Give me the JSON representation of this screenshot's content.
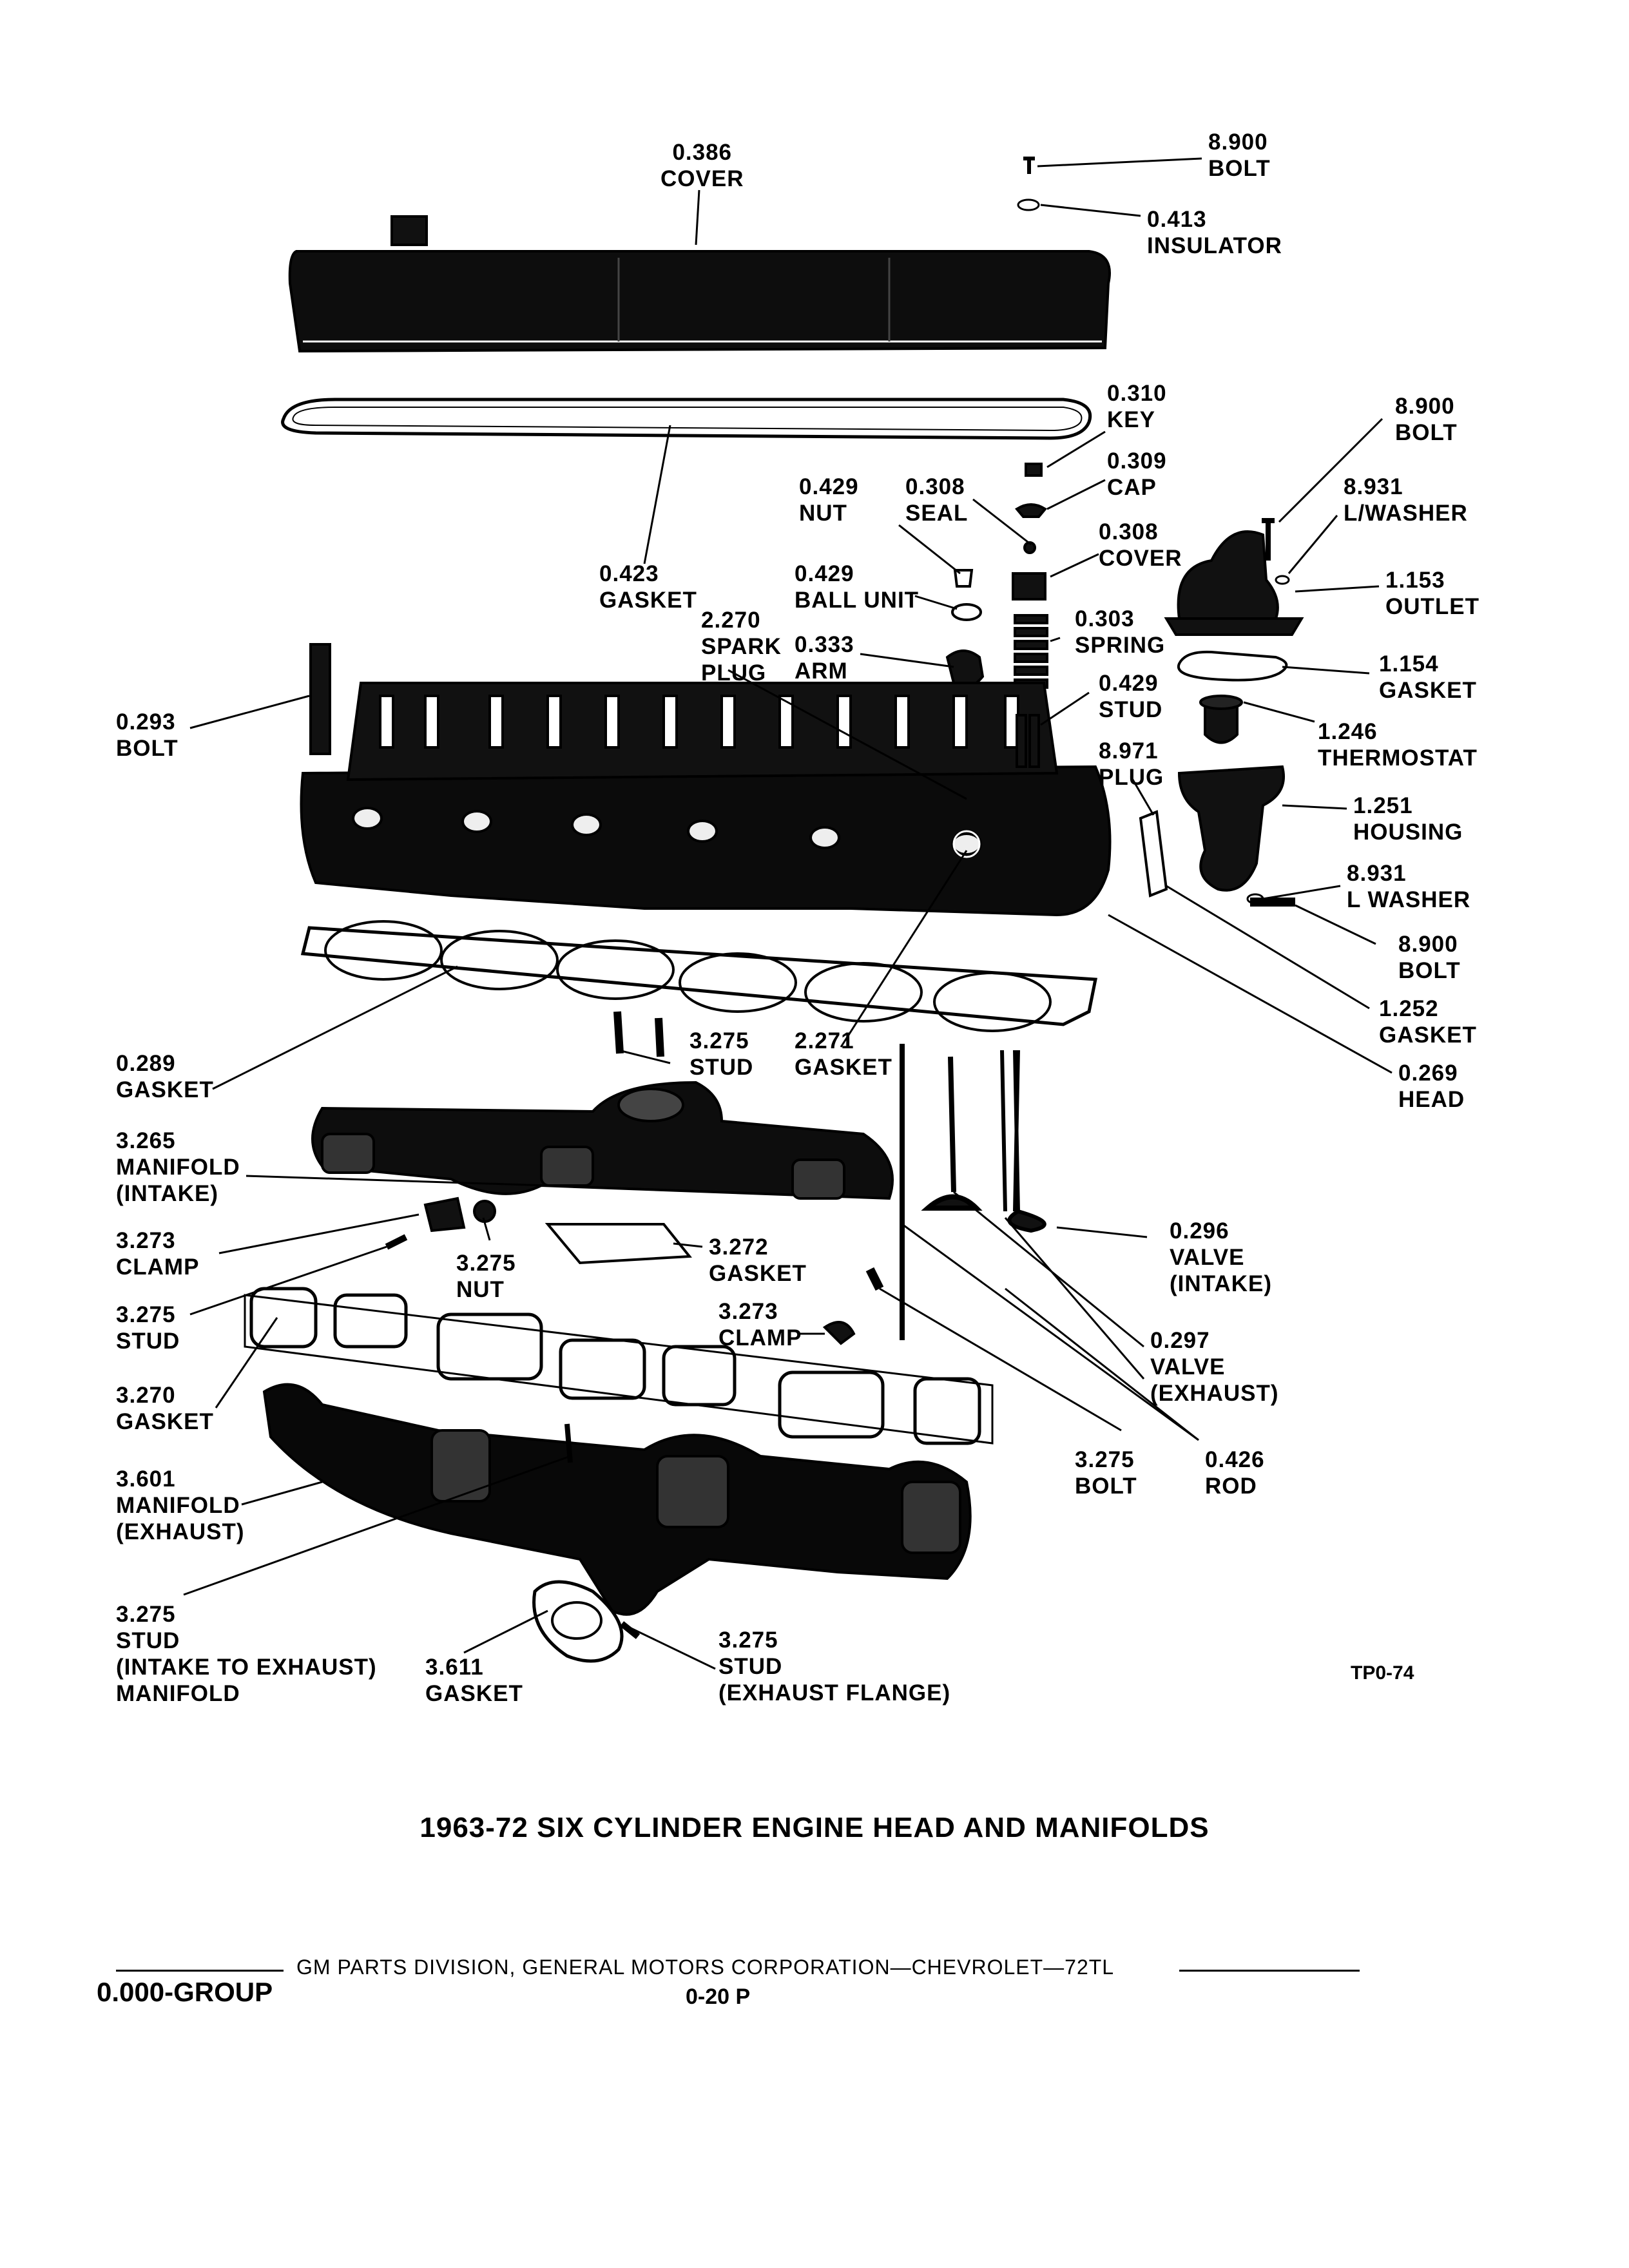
{
  "title": "1963-72 SIX CYLINDER ENGINE HEAD AND MANIFOLDS",
  "figure_id": "TP0-74",
  "footer": {
    "line": "GM PARTS DIVISION, GENERAL MOTORS CORPORATION—CHEVROLET—72TL",
    "group": "0.000-GROUP",
    "page": "0-20 P"
  },
  "callouts": [
    {
      "id": "cover-386",
      "number": "0.386",
      "name": "COVER"
    },
    {
      "id": "bolt-8900-top",
      "number": "8.900",
      "name": "BOLT"
    },
    {
      "id": "insulator",
      "number": "0.413",
      "name": "INSULATOR"
    },
    {
      "id": "key",
      "number": "0.310",
      "name": "KEY"
    },
    {
      "id": "bolt-8900-right",
      "number": "8.900",
      "name": "BOLT"
    },
    {
      "id": "cap",
      "number": "0.309",
      "name": "CAP"
    },
    {
      "id": "nut-429",
      "number": "0.429",
      "name": "NUT"
    },
    {
      "id": "seal",
      "number": "0.308",
      "name": "SEAL"
    },
    {
      "id": "lwasher-8931-top",
      "number": "8.931",
      "name": "L/WASHER"
    },
    {
      "id": "cover-308",
      "number": "0.308",
      "name": "COVER"
    },
    {
      "id": "gasket-423",
      "number": "0.423",
      "name": "GASKET"
    },
    {
      "id": "ball-unit",
      "number": "0.429",
      "name": "BALL UNIT"
    },
    {
      "id": "outlet",
      "number": "1.153",
      "name": "OUTLET"
    },
    {
      "id": "spark-plug",
      "number": "2.270",
      "name": "SPARK",
      "name2": "PLUG"
    },
    {
      "id": "spring",
      "number": "0.303",
      "name": "SPRING"
    },
    {
      "id": "arm",
      "number": "0.333",
      "name": "ARM"
    },
    {
      "id": "gasket-1154",
      "number": "1.154",
      "name": "GASKET"
    },
    {
      "id": "stud-429",
      "number": "0.429",
      "name": "STUD"
    },
    {
      "id": "bolt-293",
      "number": "0.293",
      "name": "BOLT"
    },
    {
      "id": "thermostat",
      "number": "1.246",
      "name": "THERMOSTAT"
    },
    {
      "id": "plug-8971",
      "number": "8.971",
      "name": "PLUG"
    },
    {
      "id": "housing",
      "number": "1.251",
      "name": "HOUSING"
    },
    {
      "id": "lwasher-8931-bottom",
      "number": "8.931",
      "name": "L WASHER"
    },
    {
      "id": "bolt-8900-bottom",
      "number": "8.900",
      "name": "BOLT"
    },
    {
      "id": "gasket-1252",
      "number": "1.252",
      "name": "GASKET"
    },
    {
      "id": "gasket-289",
      "number": "0.289",
      "name": "GASKET"
    },
    {
      "id": "stud-3275-a",
      "number": "3.275",
      "name": "STUD"
    },
    {
      "id": "gasket-2271",
      "number": "2.271",
      "name": "GASKET"
    },
    {
      "id": "head",
      "number": "0.269",
      "name": "HEAD"
    },
    {
      "id": "manifold-intake",
      "number": "3.265",
      "name": "MANIFOLD",
      "name2": "(INTAKE)"
    },
    {
      "id": "valve-intake",
      "number": "0.296",
      "name": "VALVE",
      "name2": "(INTAKE)"
    },
    {
      "id": "clamp-3273-left",
      "number": "3.273",
      "name": "CLAMP"
    },
    {
      "id": "nut-3275",
      "number": "3.275",
      "name": "NUT"
    },
    {
      "id": "gasket-3272",
      "number": "3.272",
      "name": "GASKET"
    },
    {
      "id": "stud-3275-b",
      "number": "3.275",
      "name": "STUD"
    },
    {
      "id": "clamp-3273-right",
      "number": "3.273",
      "name": "CLAMP"
    },
    {
      "id": "valve-exhaust",
      "number": "0.297",
      "name": "VALVE",
      "name2": "(EXHAUST)"
    },
    {
      "id": "gasket-3270",
      "number": "3.270",
      "name": "GASKET"
    },
    {
      "id": "bolt-3275",
      "number": "3.275",
      "name": "BOLT"
    },
    {
      "id": "rod",
      "number": "0.426",
      "name": "ROD"
    },
    {
      "id": "manifold-exhaust",
      "number": "3.601",
      "name": "MANIFOLD",
      "name2": "(EXHAUST)"
    },
    {
      "id": "stud-intake-exhaust",
      "number": "3.275",
      "name": "STUD",
      "name2": "(INTAKE TO EXHAUST)",
      "name3": "MANIFOLD"
    },
    {
      "id": "gasket-3611",
      "number": "3.611",
      "name": "GASKET"
    },
    {
      "id": "stud-exhaust-flange",
      "number": "3.275",
      "name": "STUD",
      "name2": "(EXHAUST FLANGE)"
    }
  ]
}
